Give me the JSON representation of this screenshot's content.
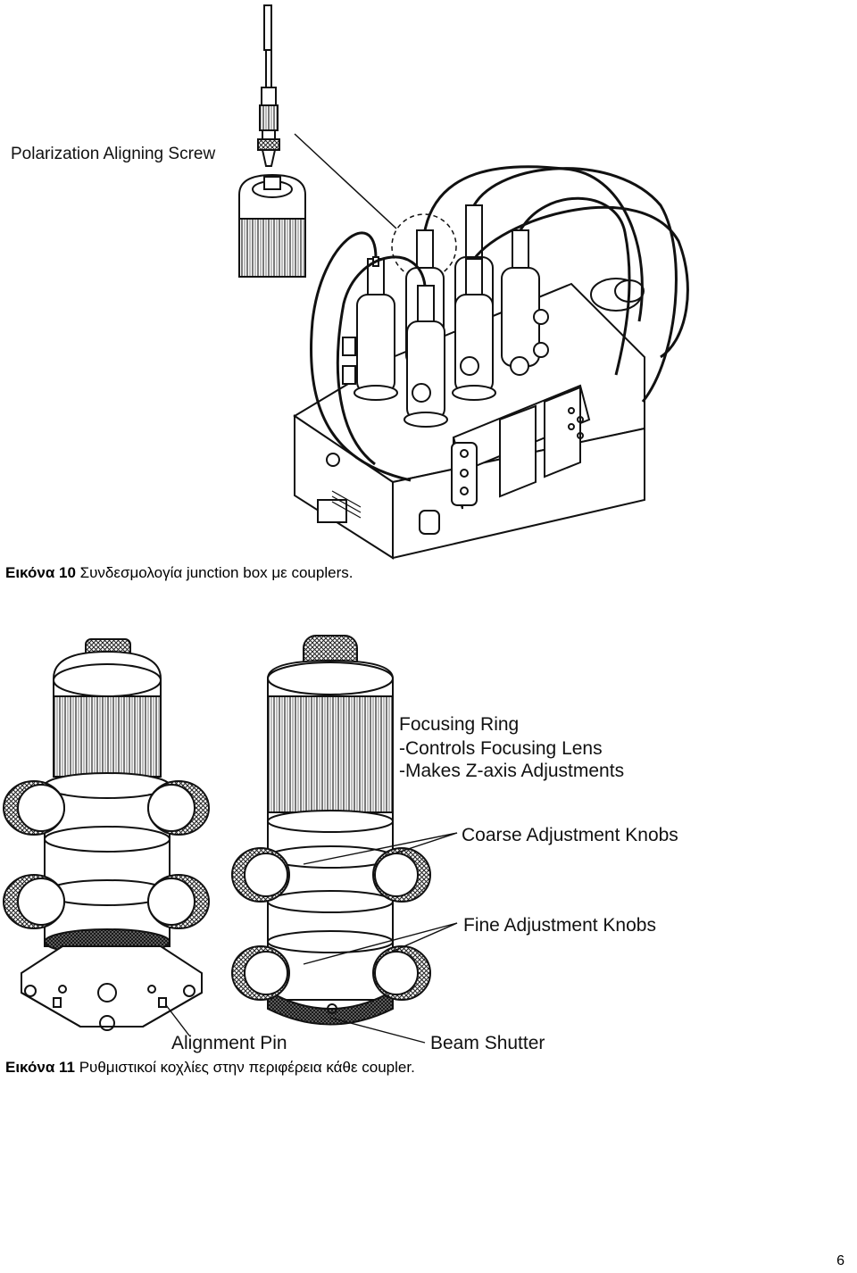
{
  "figure10": {
    "label_polarization": "Polarization Aligning Screw",
    "caption_prefix": "Εικόνα 10",
    "caption_text": " Συνδεσμολογία junction box με couplers."
  },
  "figure11": {
    "label_focusing_ring": "Focusing Ring",
    "label_controls": "-Controls Focusing Lens",
    "label_makes_z": "-Makes Z-axis Adjustments",
    "label_coarse": "Coarse Adjustment Knobs",
    "label_fine": "Fine Adjustment Knobs",
    "label_alignment": "Alignment Pin",
    "label_beam": "Beam Shutter",
    "caption_prefix": "Εικόνα 11",
    "caption_text": " Ρυθμιστικοί κοχλίες στην περιφέρεια κάθε coupler."
  },
  "page_number": "6"
}
